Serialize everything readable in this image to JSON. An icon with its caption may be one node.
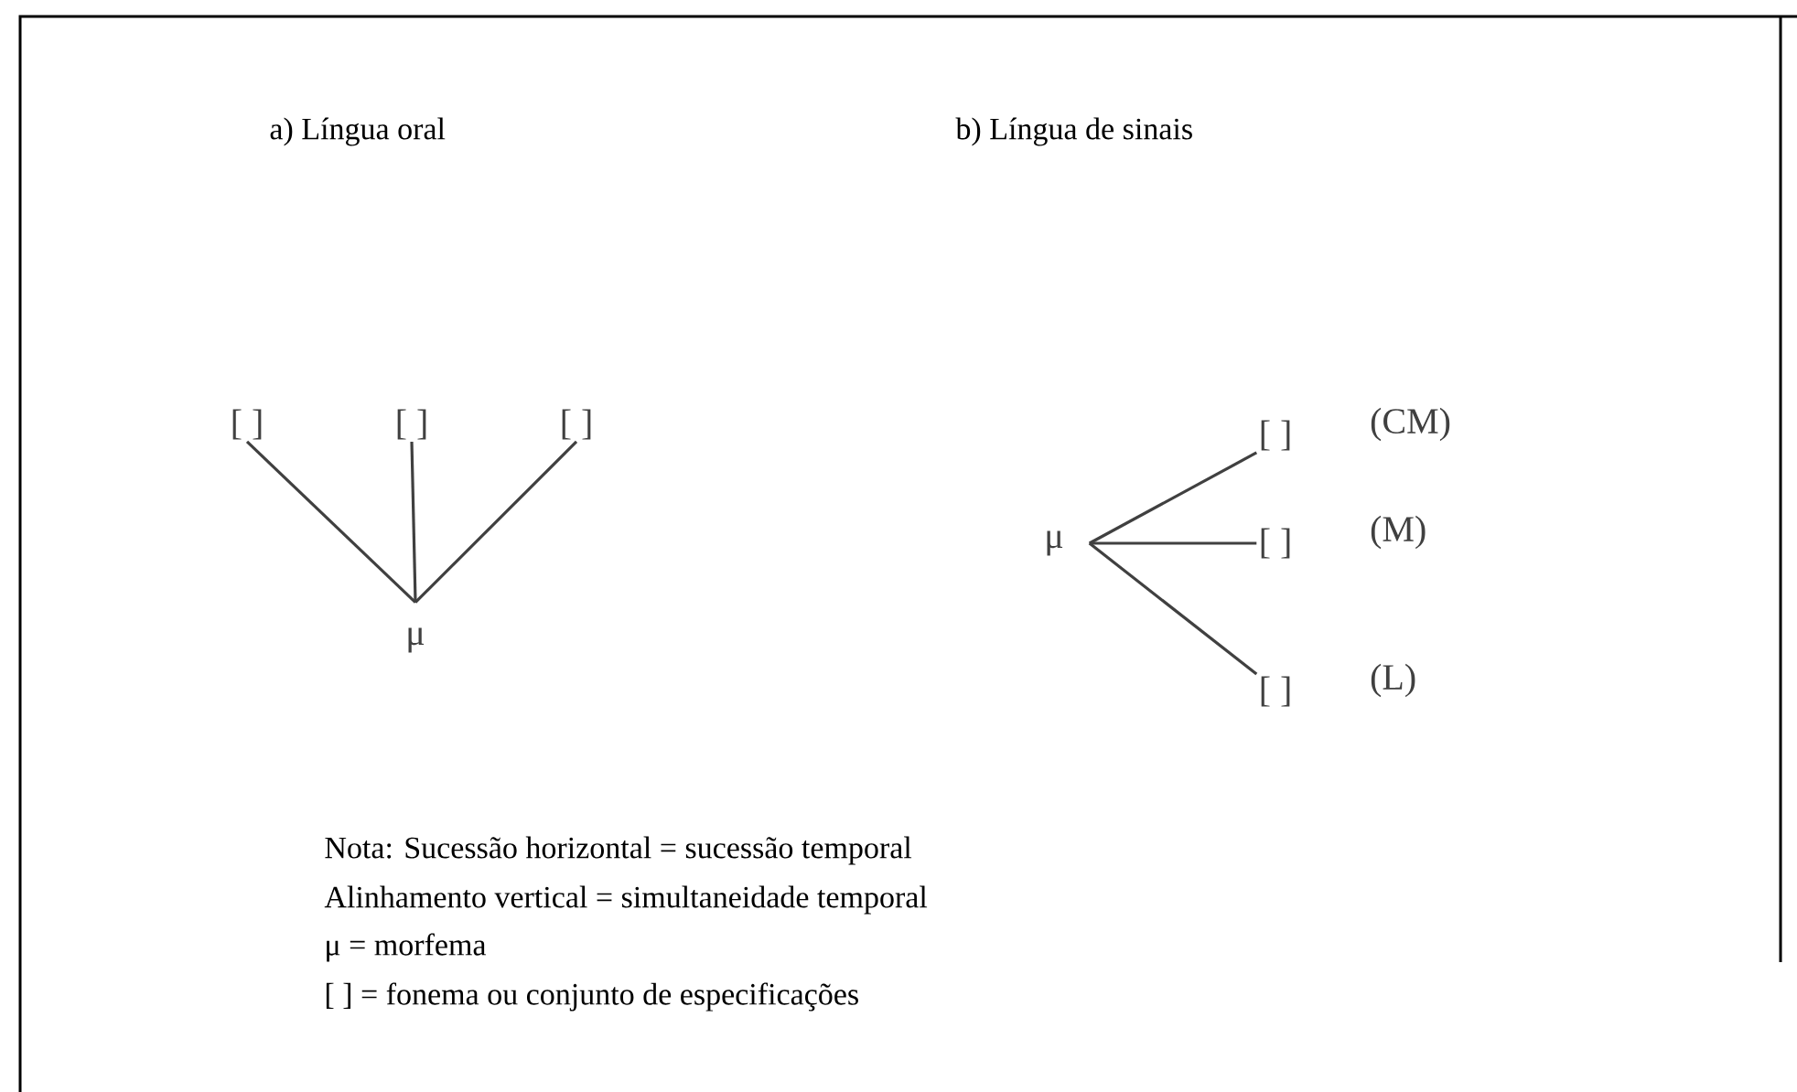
{
  "diagram": {
    "nodes": [
      {
        "text": [
          "[ ]"
        ]
      },
      {
        "text": [
          "[ ]"
        ]
      },
      {
        "text": [
          "[ ]"
        ]
      },
      {
        "text": [
          "μ"
        ]
      },
      {
        "text": [
          "μ"
        ]
      },
      {
        "text": [
          "[ ]"
        ],
        "beside": [
          "(CM)"
        ]
      },
      {
        "text": [
          "[ ]"
        ],
        "beside": [
          "(M)"
        ]
      },
      {
        "text": [
          "[ ]"
        ],
        "beside": [
          "(L)"
        ]
      }
    ],
    "edges": [
      {
        "from": 3,
        "to": 0,
        "arrow": "none"
      },
      {
        "from": 3,
        "to": 1,
        "arrow": "none"
      },
      {
        "from": 3,
        "to": 2,
        "arrow": "none"
      },
      {
        "from": 4,
        "to": 5,
        "arrow": "none"
      },
      {
        "from": 4,
        "to": 6,
        "arrow": "none"
      },
      {
        "from": 4,
        "to": 7,
        "arrow": "none"
      }
    ],
    "labels": [
      "a) Língua oral",
      "b) Língua de sinais",
      "Nota: Sucessão horizontal = sucessão temporal",
      "Alinhamento vertical = simultaneidade temporal",
      "μ = morfema",
      "[ ] = fonema ou conjunto de especificações"
    ]
  }
}
